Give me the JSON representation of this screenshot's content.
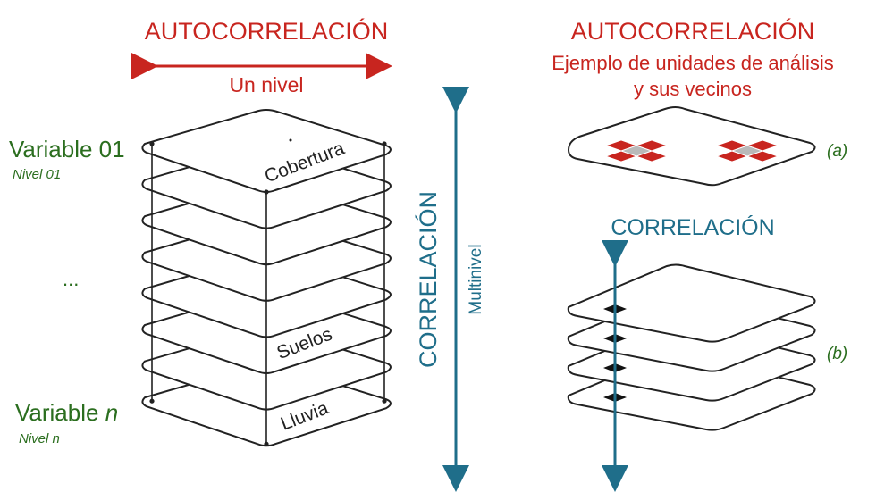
{
  "left_panel": {
    "title": "AUTOCORRELACIÓN",
    "arrow_label": "Un nivel",
    "variable_top": "Variable 01",
    "level_top": "Nivel 01",
    "ellipsis": "...",
    "variable_bottom": "Variable",
    "variable_bottom_n": "n",
    "level_bottom": "Nivel n",
    "layer_labels": [
      "Cobertura",
      "Suelos",
      "Lluvia"
    ],
    "layer_count": 8
  },
  "center": {
    "correlation_label": "CORRELACIÓN",
    "multilevel_label": "Multinivel"
  },
  "right_panel": {
    "title": "AUTOCORRELACIÓN",
    "subtitle_line1": "Ejemplo de unidades de análisis",
    "subtitle_line2": "y sus vecinos",
    "tag_a": "(a)",
    "correlation_label": "CORRELACIÓN",
    "tag_b": "(b)",
    "layer_count": 4
  },
  "colors": {
    "accent_red": "#c8251f",
    "label_green": "#2b6e1f",
    "arrow_teal": "#1f6e8a",
    "cell_grey": "#b9b9b9",
    "outline": "#222222"
  }
}
